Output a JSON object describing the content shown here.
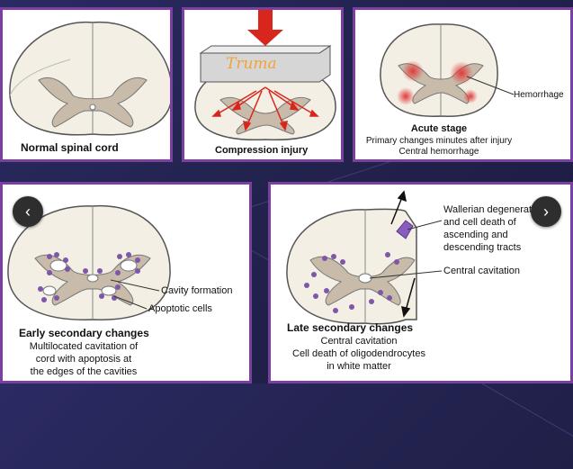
{
  "panels": {
    "normal": {
      "caption": "Normal spinal cord"
    },
    "compression": {
      "caption": "Compression injury",
      "handwritten": "Truma"
    },
    "acute": {
      "title": "Acute stage",
      "line1": "Primary changes minutes after injury",
      "line2": "Central hemorrhage",
      "label_hemorrhage": "Hemorrhage"
    },
    "early": {
      "title": "Early secondary changes",
      "line1": "Multilocated cavitation of",
      "line2": "cord with apoptosis at",
      "line3": "the edges of the cavities",
      "label_cavity": "Cavity formation",
      "label_apoptotic": "Apoptotic cells"
    },
    "late": {
      "title": "Late secondary changes",
      "line1": "Central cavitation",
      "line2": "Cell death of oligodendrocytes",
      "line3": "in white matter",
      "label_wallerian_1": "Wallerian degenerati",
      "label_wallerian_2": "and cell death of",
      "label_wallerian_3": "ascending and",
      "label_wallerian_4": "descending tracts",
      "label_central": "Central cavitation"
    }
  },
  "nav": {
    "prev": "‹",
    "next": "›"
  },
  "colors": {
    "frame": "#7a3fa0",
    "white_matter": "#f3efe4",
    "gray_matter": "#c9bba9",
    "outline": "#555555",
    "hemorrhage": "#e23a3a",
    "apoptotic": "#7e57a8",
    "arrow": "#d9261c",
    "handwriting": "#f2a23a"
  }
}
